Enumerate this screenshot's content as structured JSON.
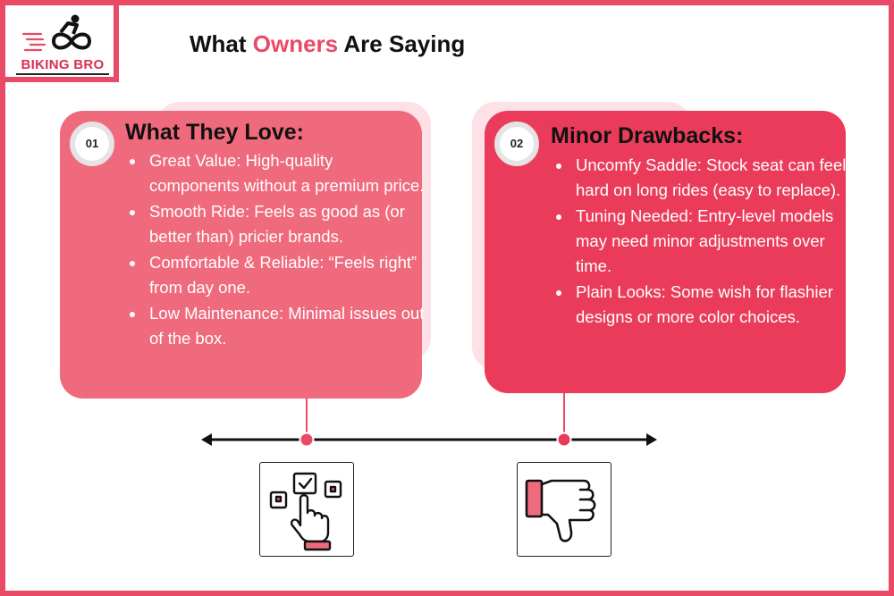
{
  "brand": {
    "name": "BIKING BRO",
    "icon": "cyclist-infinity-logo",
    "accent": "#e94a66"
  },
  "header": {
    "title_before": "What ",
    "title_highlight": "Owners",
    "title_after": " Are Saying"
  },
  "cards": [
    {
      "number": "01",
      "title": "What They Love:",
      "color": "#f06a7d",
      "items": [
        "Great Value: High-quality components without a premium price.",
        " Smooth Ride: Feels as good as (or better than) pricier brands.",
        " Comfortable & Reliable: “Feels right” from day one.",
        " Low Maintenance: Minimal issues out of the box."
      ],
      "icon": "checkbox-click-icon"
    },
    {
      "number": "02",
      "title": "Minor Drawbacks:",
      "color": "#ea3c5a",
      "items": [
        "Uncomfy Saddle: Stock seat can feel hard on long rides (easy to replace).",
        " Tuning Needed: Entry-level models may need minor adjustments over time.",
        " Plain Looks: Some wish for flashier designs or more color choices."
      ],
      "icon": "thumbs-down-icon"
    }
  ]
}
